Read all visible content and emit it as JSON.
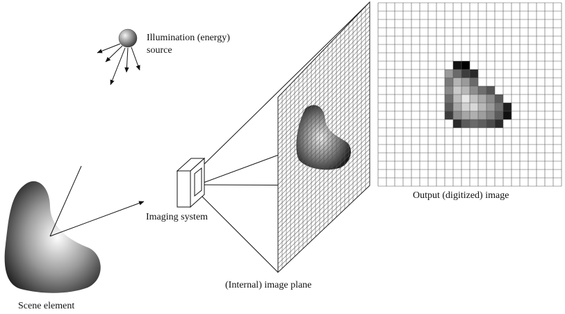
{
  "labels": {
    "illumination_line1": "Illumination (energy)",
    "illumination_line2": "source",
    "imaging_system": "Imaging system",
    "image_plane": "(Internal) image plane",
    "output_image": "Output (digitized) image",
    "scene_element": "Scene element"
  },
  "colors": {
    "ink": "#111111",
    "grid": "#555555",
    "background": "#ffffff"
  },
  "output_grid": {
    "columns": 22,
    "rows": 22
  },
  "digitized_object": {
    "pixels": [
      [
        9,
        7,
        "#111111"
      ],
      [
        10,
        7,
        "#000000"
      ],
      [
        8,
        8,
        "#9a9a9a"
      ],
      [
        9,
        8,
        "#6a6a6a"
      ],
      [
        10,
        8,
        "#3c3c3c"
      ],
      [
        11,
        8,
        "#2a2a2a"
      ],
      [
        8,
        9,
        "#7a7a7a"
      ],
      [
        9,
        9,
        "#b4b4b4"
      ],
      [
        10,
        9,
        "#9a9a9a"
      ],
      [
        11,
        9,
        "#6a6a6a"
      ],
      [
        8,
        10,
        "#8a8a8a"
      ],
      [
        9,
        10,
        "#cacaca"
      ],
      [
        10,
        10,
        "#b8b8b8"
      ],
      [
        11,
        10,
        "#8e8e8e"
      ],
      [
        12,
        10,
        "#6e6e6e"
      ],
      [
        13,
        10,
        "#555555"
      ],
      [
        8,
        11,
        "#6e6e6e"
      ],
      [
        9,
        11,
        "#bcbcbc"
      ],
      [
        10,
        11,
        "#e6e6e6"
      ],
      [
        11,
        11,
        "#c2c2c2"
      ],
      [
        12,
        11,
        "#aaaaaa"
      ],
      [
        13,
        11,
        "#8a8a8a"
      ],
      [
        14,
        11,
        "#5a5a5a"
      ],
      [
        8,
        12,
        "#5a5a5a"
      ],
      [
        9,
        12,
        "#a8a8a8"
      ],
      [
        10,
        12,
        "#d2d2d2"
      ],
      [
        11,
        12,
        "#d8d8d8"
      ],
      [
        12,
        12,
        "#b8b8b8"
      ],
      [
        13,
        12,
        "#9a9a9a"
      ],
      [
        14,
        12,
        "#707070"
      ],
      [
        15,
        12,
        "#1e1e1e"
      ],
      [
        8,
        13,
        "#3c3c3c"
      ],
      [
        9,
        13,
        "#8a8a8a"
      ],
      [
        10,
        13,
        "#a6a6a6"
      ],
      [
        11,
        13,
        "#b0b0b0"
      ],
      [
        12,
        13,
        "#9e9e9e"
      ],
      [
        13,
        13,
        "#848484"
      ],
      [
        14,
        13,
        "#5c5c5c"
      ],
      [
        15,
        13,
        "#111111"
      ],
      [
        9,
        14,
        "#2a2a2a"
      ],
      [
        10,
        14,
        "#5a5a5a"
      ],
      [
        11,
        14,
        "#6a6a6a"
      ],
      [
        12,
        14,
        "#5e5e5e"
      ],
      [
        13,
        14,
        "#4a4a4a"
      ],
      [
        14,
        14,
        "#2a2a2a"
      ]
    ]
  }
}
